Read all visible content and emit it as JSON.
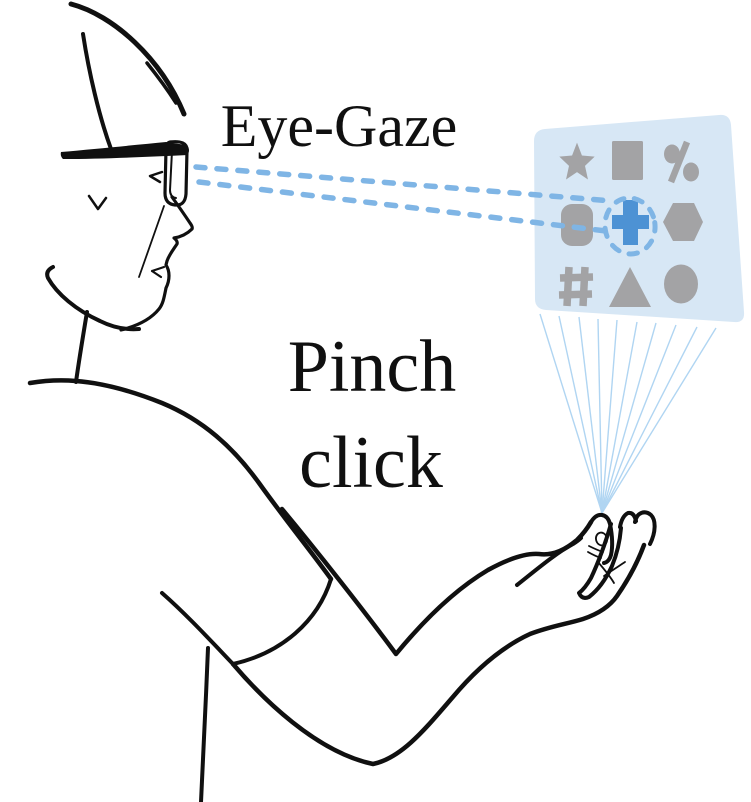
{
  "labels": {
    "eye_gaze": "Eye-Gaze",
    "pinch_line1": "Pinch",
    "pinch_line2": "click"
  },
  "icon_panel": {
    "rows": [
      [
        "star",
        "square",
        "percent"
      ],
      [
        "rounded-square",
        "plus",
        "hexagon"
      ],
      [
        "hash",
        "triangle",
        "circle"
      ]
    ],
    "selected_icon": "plus"
  },
  "interaction": {
    "gaze_source": "ar-glasses",
    "gaze_target": "plus",
    "hand_gesture": "pinch"
  },
  "colors": {
    "panel_bg": "#d7e7f5",
    "icon_gray": "#a3a3a5",
    "selected_blue": "#4d92d4",
    "gaze_dash": "#7fb5e5",
    "ray_blue": "#b0d5f2",
    "ink": "#101010"
  }
}
